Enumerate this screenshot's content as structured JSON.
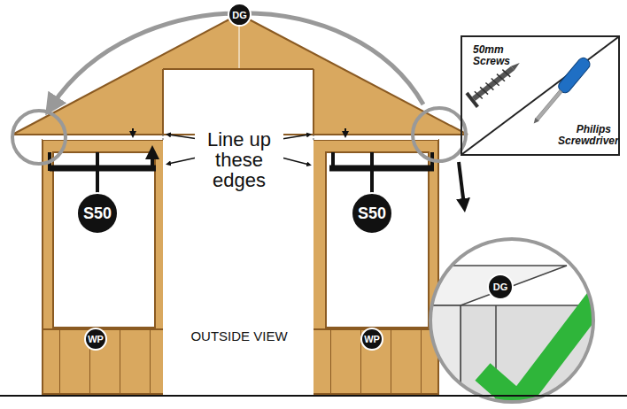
{
  "diagram": {
    "nodes": [
      {
        "text": [
          "DG"
        ]
      },
      {
        "text": [
          "50mm Screws",
          "Philips Screwdriver"
        ]
      },
      {
        "text": [
          "S50"
        ]
      },
      {
        "text": [
          "S50"
        ]
      },
      {
        "text": [
          "WP"
        ]
      },
      {
        "text": [
          "WP"
        ]
      },
      {
        "text": [
          "DG"
        ]
      }
    ],
    "labels": [
      "Line up these edges",
      "OUTSIDE VIEW"
    ]
  }
}
